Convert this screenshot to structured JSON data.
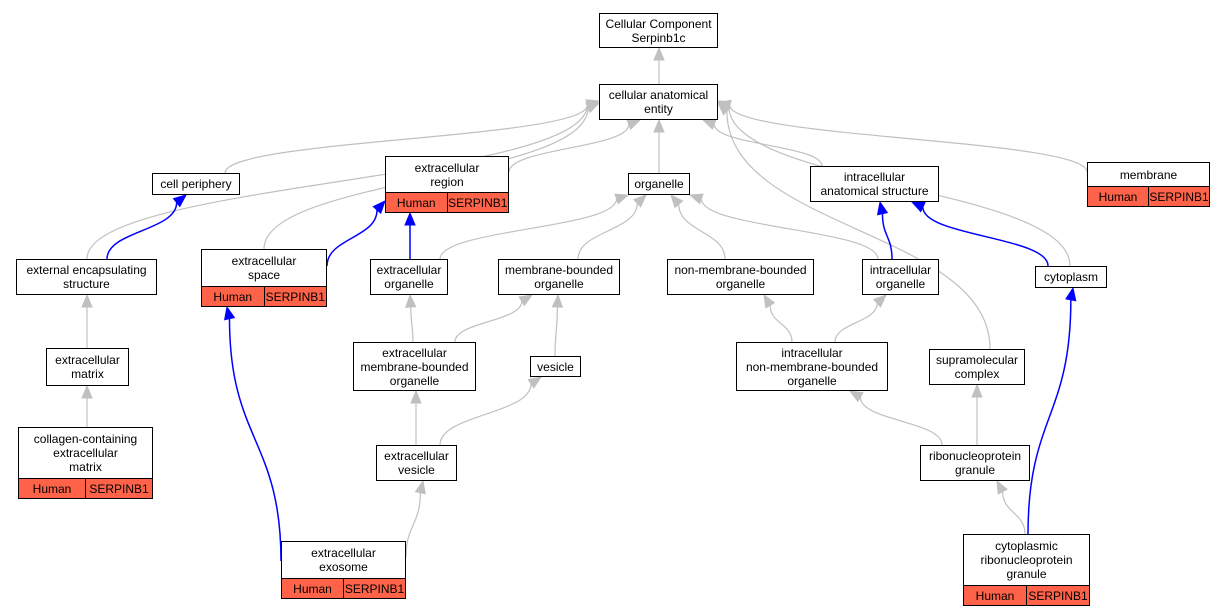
{
  "nodes": [
    {
      "id": "root",
      "label": "Cellular Component\nSerpinb1c"
    },
    {
      "id": "cae",
      "label": "cellular anatomical\nentity"
    },
    {
      "id": "cell_periphery",
      "label": "cell periphery"
    },
    {
      "id": "extracellular_region",
      "label": "extracellular\nregion",
      "annotation": [
        "Human",
        "SERPINB1"
      ]
    },
    {
      "id": "organelle",
      "label": "organelle"
    },
    {
      "id": "intracellular_anatomical_structure",
      "label": "intracellular\nanatomical structure"
    },
    {
      "id": "membrane",
      "label": "membrane",
      "annotation": [
        "Human",
        "SERPINB1"
      ]
    },
    {
      "id": "external_encapsulating_structure",
      "label": "external encapsulating\nstructure"
    },
    {
      "id": "extracellular_space",
      "label": "extracellular\nspace",
      "annotation": [
        "Human",
        "SERPINB1"
      ]
    },
    {
      "id": "extracellular_organelle",
      "label": "extracellular\norganelle"
    },
    {
      "id": "membrane_bounded_organelle",
      "label": "membrane-bounded\norganelle"
    },
    {
      "id": "non_membrane_bounded_organelle",
      "label": "non-membrane-bounded\norganelle"
    },
    {
      "id": "intracellular_organelle",
      "label": "intracellular\norganelle"
    },
    {
      "id": "cytoplasm",
      "label": "cytoplasm"
    },
    {
      "id": "extracellular_matrix",
      "label": "extracellular\nmatrix"
    },
    {
      "id": "extracellular_membrane_bounded_organelle",
      "label": "extracellular\nmembrane-bounded\norganelle"
    },
    {
      "id": "vesicle",
      "label": "vesicle"
    },
    {
      "id": "intracellular_non_membrane_bounded_organelle",
      "label": "intracellular\nnon-membrane-bounded\norganelle"
    },
    {
      "id": "supramolecular_complex",
      "label": "supramolecular\ncomplex"
    },
    {
      "id": "collagen_containing_extracellular_matrix",
      "label": "collagen-containing\nextracellular\nmatrix",
      "annotation": [
        "Human",
        "SERPINB1"
      ]
    },
    {
      "id": "extracellular_vesicle",
      "label": "extracellular\nvesicle"
    },
    {
      "id": "ribonucleoprotein_granule",
      "label": "ribonucleoprotein\ngranule"
    },
    {
      "id": "extracellular_exosome",
      "label": "extracellular\nexosome",
      "annotation": [
        "Human",
        "SERPINB1"
      ]
    },
    {
      "id": "cytoplasmic_ribonucleoprotein_granule",
      "label": "cytoplasmic\nribonucleoprotein\ngranule",
      "annotation": [
        "Human",
        "SERPINB1"
      ]
    }
  ],
  "edges": [
    {
      "from": "cae",
      "to": "root",
      "relation": "is_a"
    },
    {
      "from": "cell_periphery",
      "to": "cae",
      "relation": "is_a"
    },
    {
      "from": "extracellular_region",
      "to": "cae",
      "relation": "is_a"
    },
    {
      "from": "organelle",
      "to": "cae",
      "relation": "is_a"
    },
    {
      "from": "intracellular_anatomical_structure",
      "to": "cae",
      "relation": "is_a"
    },
    {
      "from": "membrane",
      "to": "cae",
      "relation": "is_a"
    },
    {
      "from": "external_encapsulating_structure",
      "to": "cae",
      "relation": "is_a"
    },
    {
      "from": "extracellular_space",
      "to": "cae",
      "relation": "is_a"
    },
    {
      "from": "supramolecular_complex",
      "to": "cae",
      "relation": "is_a"
    },
    {
      "from": "cytoplasm",
      "to": "cae",
      "relation": "is_a"
    },
    {
      "from": "external_encapsulating_structure",
      "to": "cell_periphery",
      "relation": "part_of"
    },
    {
      "from": "extracellular_space",
      "to": "extracellular_region",
      "relation": "part_of"
    },
    {
      "from": "extracellular_organelle",
      "to": "extracellular_region",
      "relation": "part_of"
    },
    {
      "from": "extracellular_organelle",
      "to": "organelle",
      "relation": "is_a"
    },
    {
      "from": "membrane_bounded_organelle",
      "to": "organelle",
      "relation": "is_a"
    },
    {
      "from": "non_membrane_bounded_organelle",
      "to": "organelle",
      "relation": "is_a"
    },
    {
      "from": "intracellular_organelle",
      "to": "organelle",
      "relation": "is_a"
    },
    {
      "from": "intracellular_organelle",
      "to": "intracellular_anatomical_structure",
      "relation": "part_of"
    },
    {
      "from": "cytoplasm",
      "to": "intracellular_anatomical_structure",
      "relation": "part_of"
    },
    {
      "from": "extracellular_matrix",
      "to": "external_encapsulating_structure",
      "relation": "is_a"
    },
    {
      "from": "collagen_containing_extracellular_matrix",
      "to": "extracellular_matrix",
      "relation": "is_a"
    },
    {
      "from": "extracellular_membrane_bounded_organelle",
      "to": "extracellular_organelle",
      "relation": "is_a"
    },
    {
      "from": "extracellular_membrane_bounded_organelle",
      "to": "membrane_bounded_organelle",
      "relation": "is_a"
    },
    {
      "from": "vesicle",
      "to": "membrane_bounded_organelle",
      "relation": "is_a"
    },
    {
      "from": "extracellular_vesicle",
      "to": "extracellular_membrane_bounded_organelle",
      "relation": "is_a"
    },
    {
      "from": "extracellular_vesicle",
      "to": "vesicle",
      "relation": "is_a"
    },
    {
      "from": "extracellular_exosome",
      "to": "extracellular_vesicle",
      "relation": "is_a"
    },
    {
      "from": "extracellular_exosome",
      "to": "extracellular_space",
      "relation": "part_of"
    },
    {
      "from": "intracellular_non_membrane_bounded_organelle",
      "to": "non_membrane_bounded_organelle",
      "relation": "is_a"
    },
    {
      "from": "intracellular_non_membrane_bounded_organelle",
      "to": "intracellular_organelle",
      "relation": "is_a"
    },
    {
      "from": "ribonucleoprotein_granule",
      "to": "intracellular_non_membrane_bounded_organelle",
      "relation": "is_a"
    },
    {
      "from": "ribonucleoprotein_granule",
      "to": "supramolecular_complex",
      "relation": "is_a"
    },
    {
      "from": "cytoplasmic_ribonucleoprotein_granule",
      "to": "ribonucleoprotein_granule",
      "relation": "is_a"
    },
    {
      "from": "cytoplasmic_ribonucleoprotein_granule",
      "to": "cytoplasm",
      "relation": "part_of"
    }
  ],
  "colors": {
    "is_a_edge": "#c0c0c0",
    "part_of_edge": "#0000ff",
    "annotation_fill": "#fe6248",
    "node_border": "#000000",
    "node_fill": "#ffffff"
  }
}
